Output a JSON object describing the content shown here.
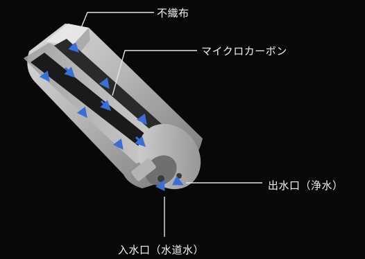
{
  "labels": {
    "nonwoven": "不織布",
    "micro_carbon": "マイクロカーボン",
    "outlet": "出水口（浄水）",
    "inlet": "入水口（水道水）"
  },
  "colors": {
    "background": "#080808",
    "label_text": "#f2f2f2",
    "leader_line": "#e6e6e6",
    "flow_arrow": "#3a6fd8",
    "filter_body": "#c9c9c9",
    "carbon_core": "#1a1a1a"
  },
  "icons": {
    "flow_arrow": "blue-flow-arrow-icon"
  }
}
